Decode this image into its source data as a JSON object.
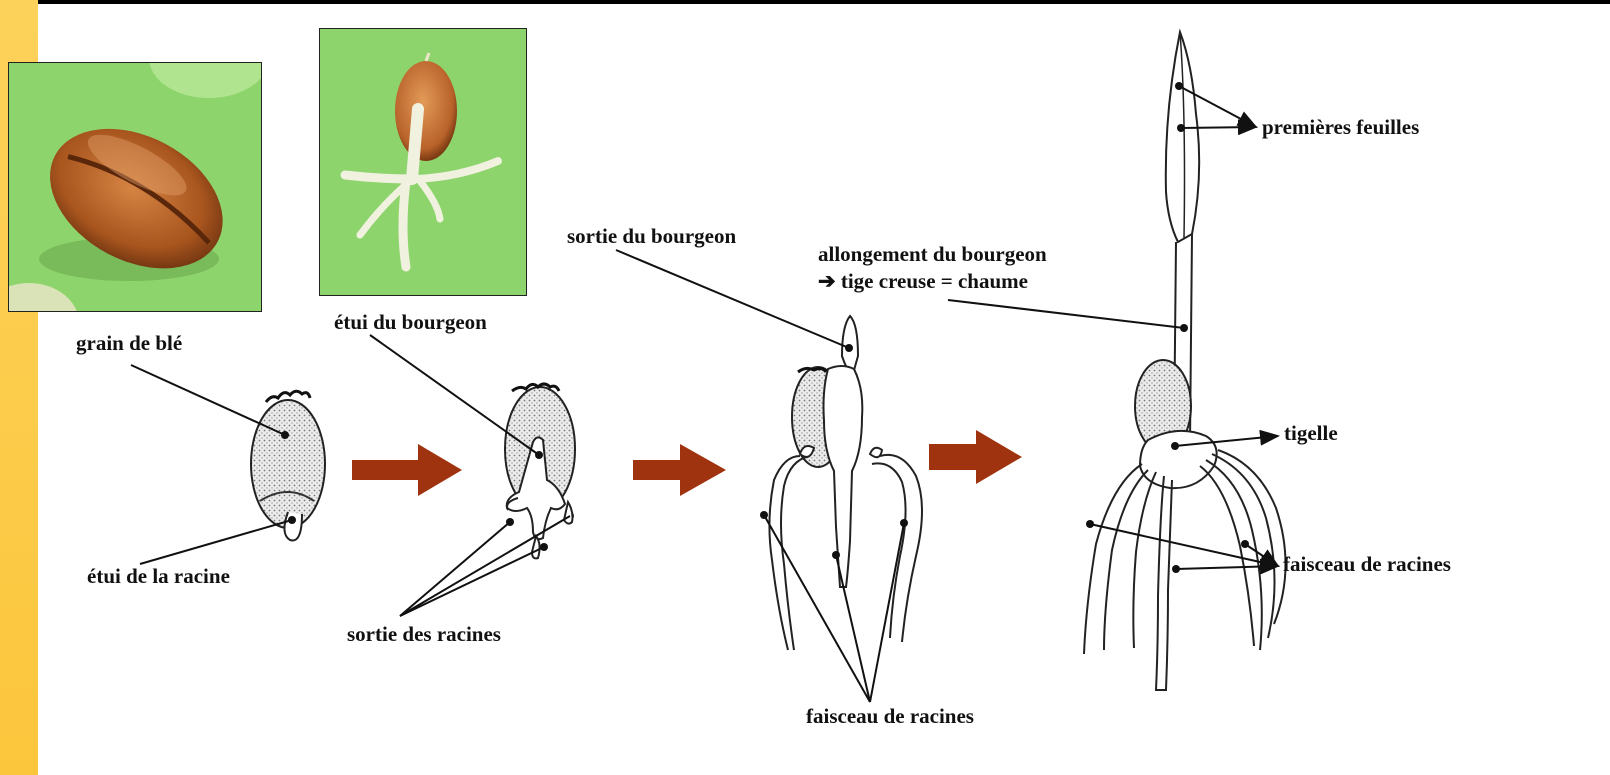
{
  "labels": {
    "grain_de_ble": "grain de blé",
    "etui_racine": "étui de la racine",
    "etui_bourgeon": "étui du bourgeon",
    "sortie_racines": "sortie des racines",
    "sortie_bourgeon": "sortie du bourgeon",
    "faisceau_racines_1": "faisceau de racines",
    "allongement": "allongement du bourgeon",
    "tige_creuse": "tige creuse = chaume",
    "premieres_feuilles": "premières feuilles",
    "tigelle": "tigelle",
    "faisceau_racines_2": "faisceau de racines"
  },
  "colors": {
    "side_bar": "#fcc843",
    "arrow": "#a0330f",
    "photo_background": "#8ed46c",
    "grain": "#b8622a"
  },
  "icons": {
    "stage_arrow": "arrow-right-icon",
    "leader_arrow": "arrow-right-icon"
  }
}
